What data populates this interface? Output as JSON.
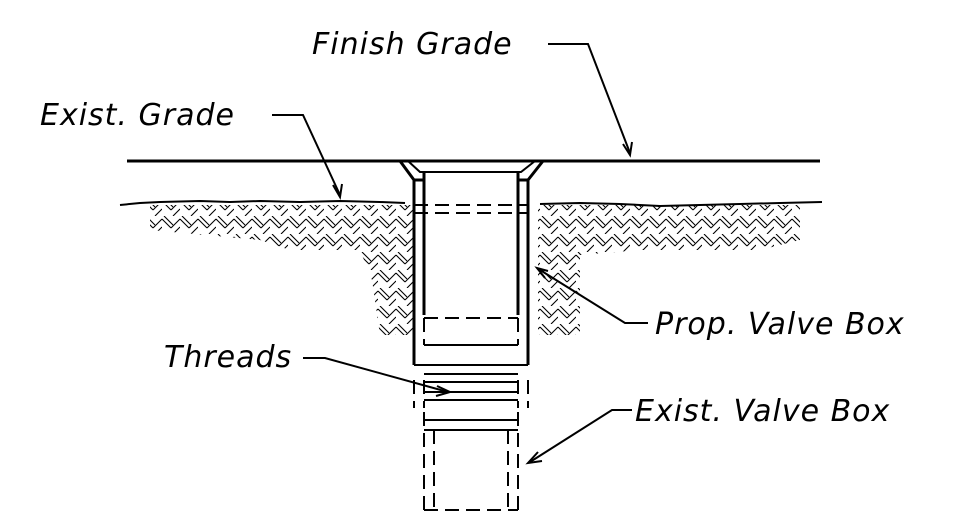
{
  "labels": {
    "finish_grade": "Finish Grade",
    "exist_grade": "Exist. Grade",
    "prop_valve_box": "Prop. Valve Box",
    "threads": "Threads",
    "exist_valve_box": "Exist. Valve Box"
  },
  "colors": {
    "line": "#000000",
    "background": "#ffffff"
  }
}
